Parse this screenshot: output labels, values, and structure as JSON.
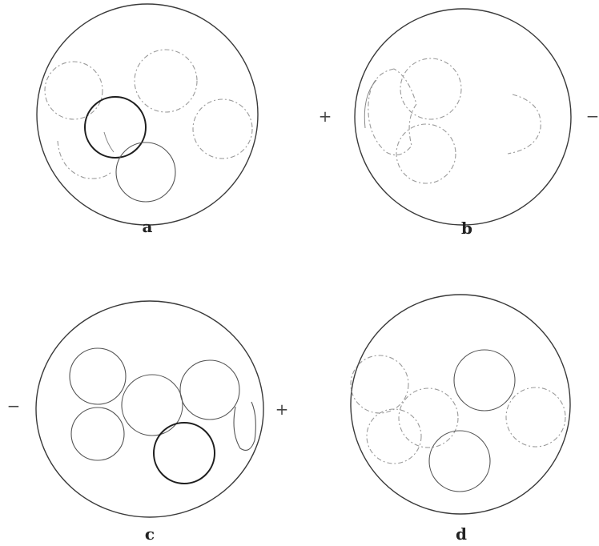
{
  "panels": {
    "a": {
      "label": "a"
    },
    "b": {
      "label": "b",
      "left_sign": "+",
      "right_sign": "−"
    },
    "c": {
      "label": "c",
      "left_sign": "−",
      "right_sign": "+"
    },
    "d": {
      "label": "d"
    }
  },
  "colors": {
    "line": "#555555",
    "outline": "#3a3a3a",
    "background": "#ffffff"
  }
}
